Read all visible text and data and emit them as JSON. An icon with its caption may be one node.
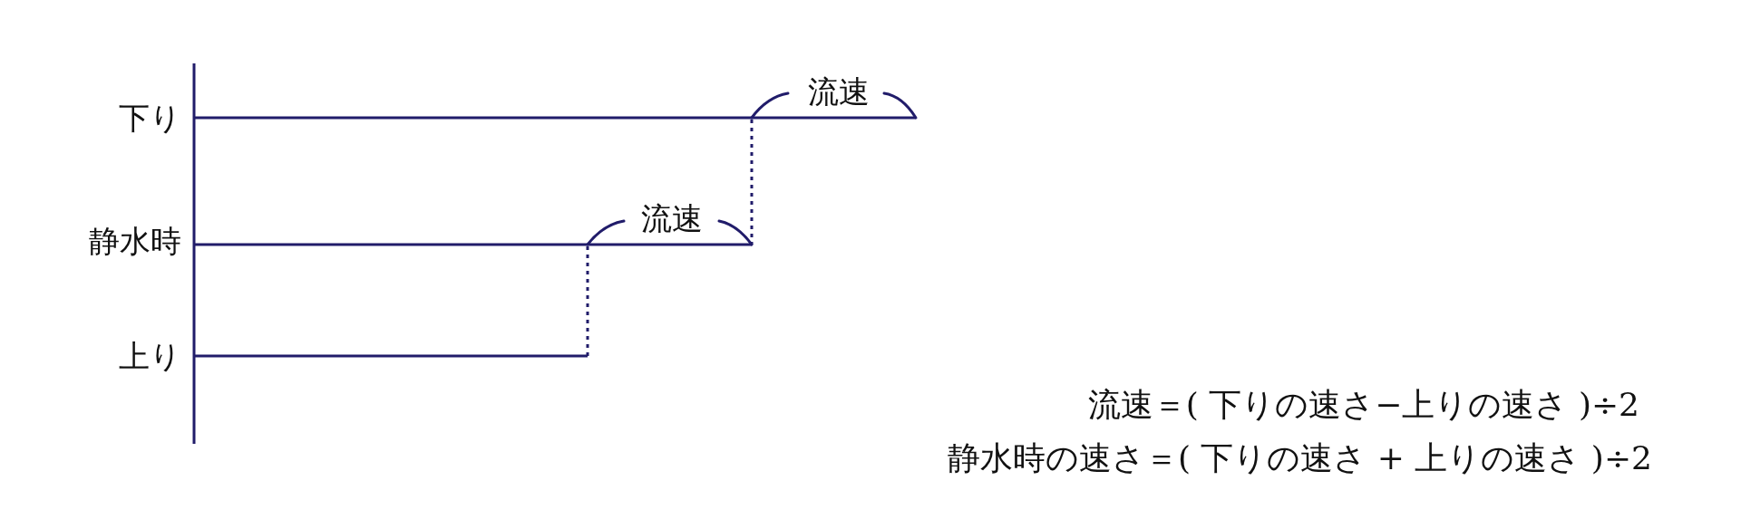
{
  "diagram": {
    "labels": [
      "流速",
      "下り",
      "流速",
      "静水時",
      "上り",
      "流速＝( 下りの速さ−上りの速さ )÷2",
      "静水時の速さ＝( 下りの速さ + 上りの速さ )÷2"
    ]
  }
}
